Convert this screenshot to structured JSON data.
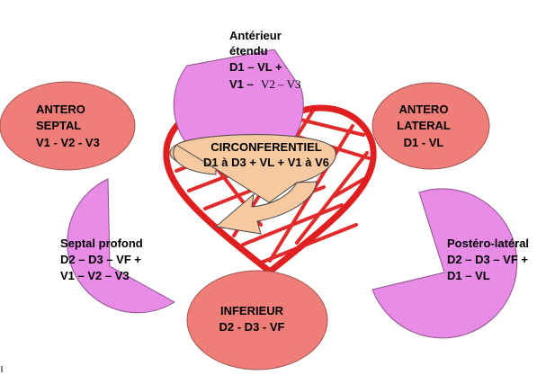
{
  "colors": {
    "red_region": "#f07e78",
    "red_stroke": "#a05550",
    "pink_region": "#e88ce8",
    "pink_stroke": "#8c508c",
    "heart_scribble": "#e02020",
    "arrow_fill": "#f6c9a0",
    "arrow_stroke": "#444444"
  },
  "regions": {
    "anterieur_etendu": {
      "line1": "Antérieur",
      "line2": "étendu",
      "line3": "D1 – VL +",
      "line4_a": "V1 –",
      "line4_b": "V2 – V3"
    },
    "antero_septal": {
      "line1": "ANTERO",
      "line2": "SEPTAL",
      "line3": "V1  - V2  - V3"
    },
    "antero_lateral": {
      "line1": "ANTERO",
      "line2": "LATERAL",
      "line3": "D1 - VL"
    },
    "circonferentiel": {
      "line1": "CIRCONFERENTIEL",
      "line2": "D1 à D3 + VL + V1 à V6"
    },
    "septal_profond": {
      "line1": "Septal profond",
      "line2": "D2 – D3 – VF +",
      "line3": "V1 – V2 – V3"
    },
    "postero_lateral": {
      "line1": "Postéro-latéral",
      "line2": "D2 – D3 – VF +",
      "line3": "D1 – VL"
    },
    "inferieur": {
      "line1": "INFERIEUR",
      "line2": "D2 - D3 - VF"
    }
  },
  "icons": {
    "heart": "heart-scribble-icon",
    "arrow": "circular-arrow-icon"
  }
}
